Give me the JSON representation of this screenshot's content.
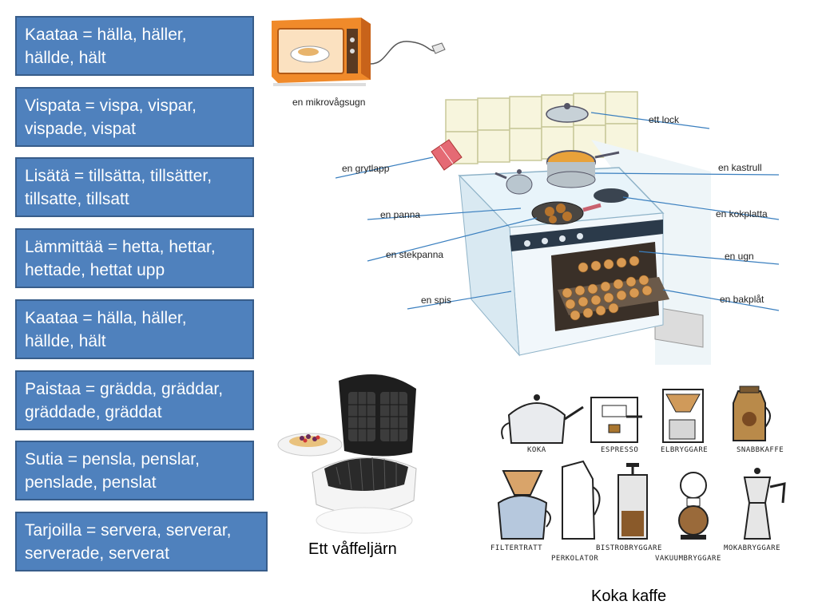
{
  "vocabulary": [
    {
      "line1": "Kaataa = hälla, häller,",
      "line2": "hällde, hält"
    },
    {
      "line1": "Vispata = vispa, vispar,",
      "line2": "vispade, vispat"
    },
    {
      "line1": "Lisätä = tillsätta, tillsätter,",
      "line2": "tillsatte, tillsatt"
    },
    {
      "line1": "Lämmittää = hetta, hettar,",
      "line2": "hettade, hettat upp"
    },
    {
      "line1": "Kaataa = hälla, häller,",
      "line2": "hällde, hält"
    },
    {
      "line1": "Paistaa = grädda, gräddar,",
      "line2": "gräddade, gräddat"
    },
    {
      "line1": "Sutia = pensla, penslar,",
      "line2": "penslade, penslat"
    },
    {
      "line1": "Tarjoilla = servera, serverar,",
      "line2": "serverade, serverat"
    }
  ],
  "microwave": {
    "label": "en mikrovågsugn"
  },
  "kitchen": {
    "labels": {
      "lock": "ett lock",
      "grytlapp": "en grytlapp",
      "kastrull": "en kastrull",
      "panna": "en panna",
      "kokplatta": "en kokplatta",
      "stekpanna": "en stekpanna",
      "ugn": "en ugn",
      "spis": "en spis",
      "bakplat": "en bakplåt"
    }
  },
  "waffle": {
    "caption": "Ett våffeljärn"
  },
  "coffee": {
    "caption": "Koka kaffe",
    "labels": {
      "koka": "KOKA",
      "espresso": "ESPRESSO",
      "elbryggare": "ELBRYGGARE",
      "snabbkaffe": "SNABBKAFFE",
      "filtertratt": "FILTERTRATT",
      "perkolator": "PERKOLATOR",
      "bistrobryggare": "BISTROBRYGGARE",
      "vakuumbryggare": "VAKUUMBRYGGARE",
      "mokabryggare": "MOKABRYGGARE"
    }
  }
}
